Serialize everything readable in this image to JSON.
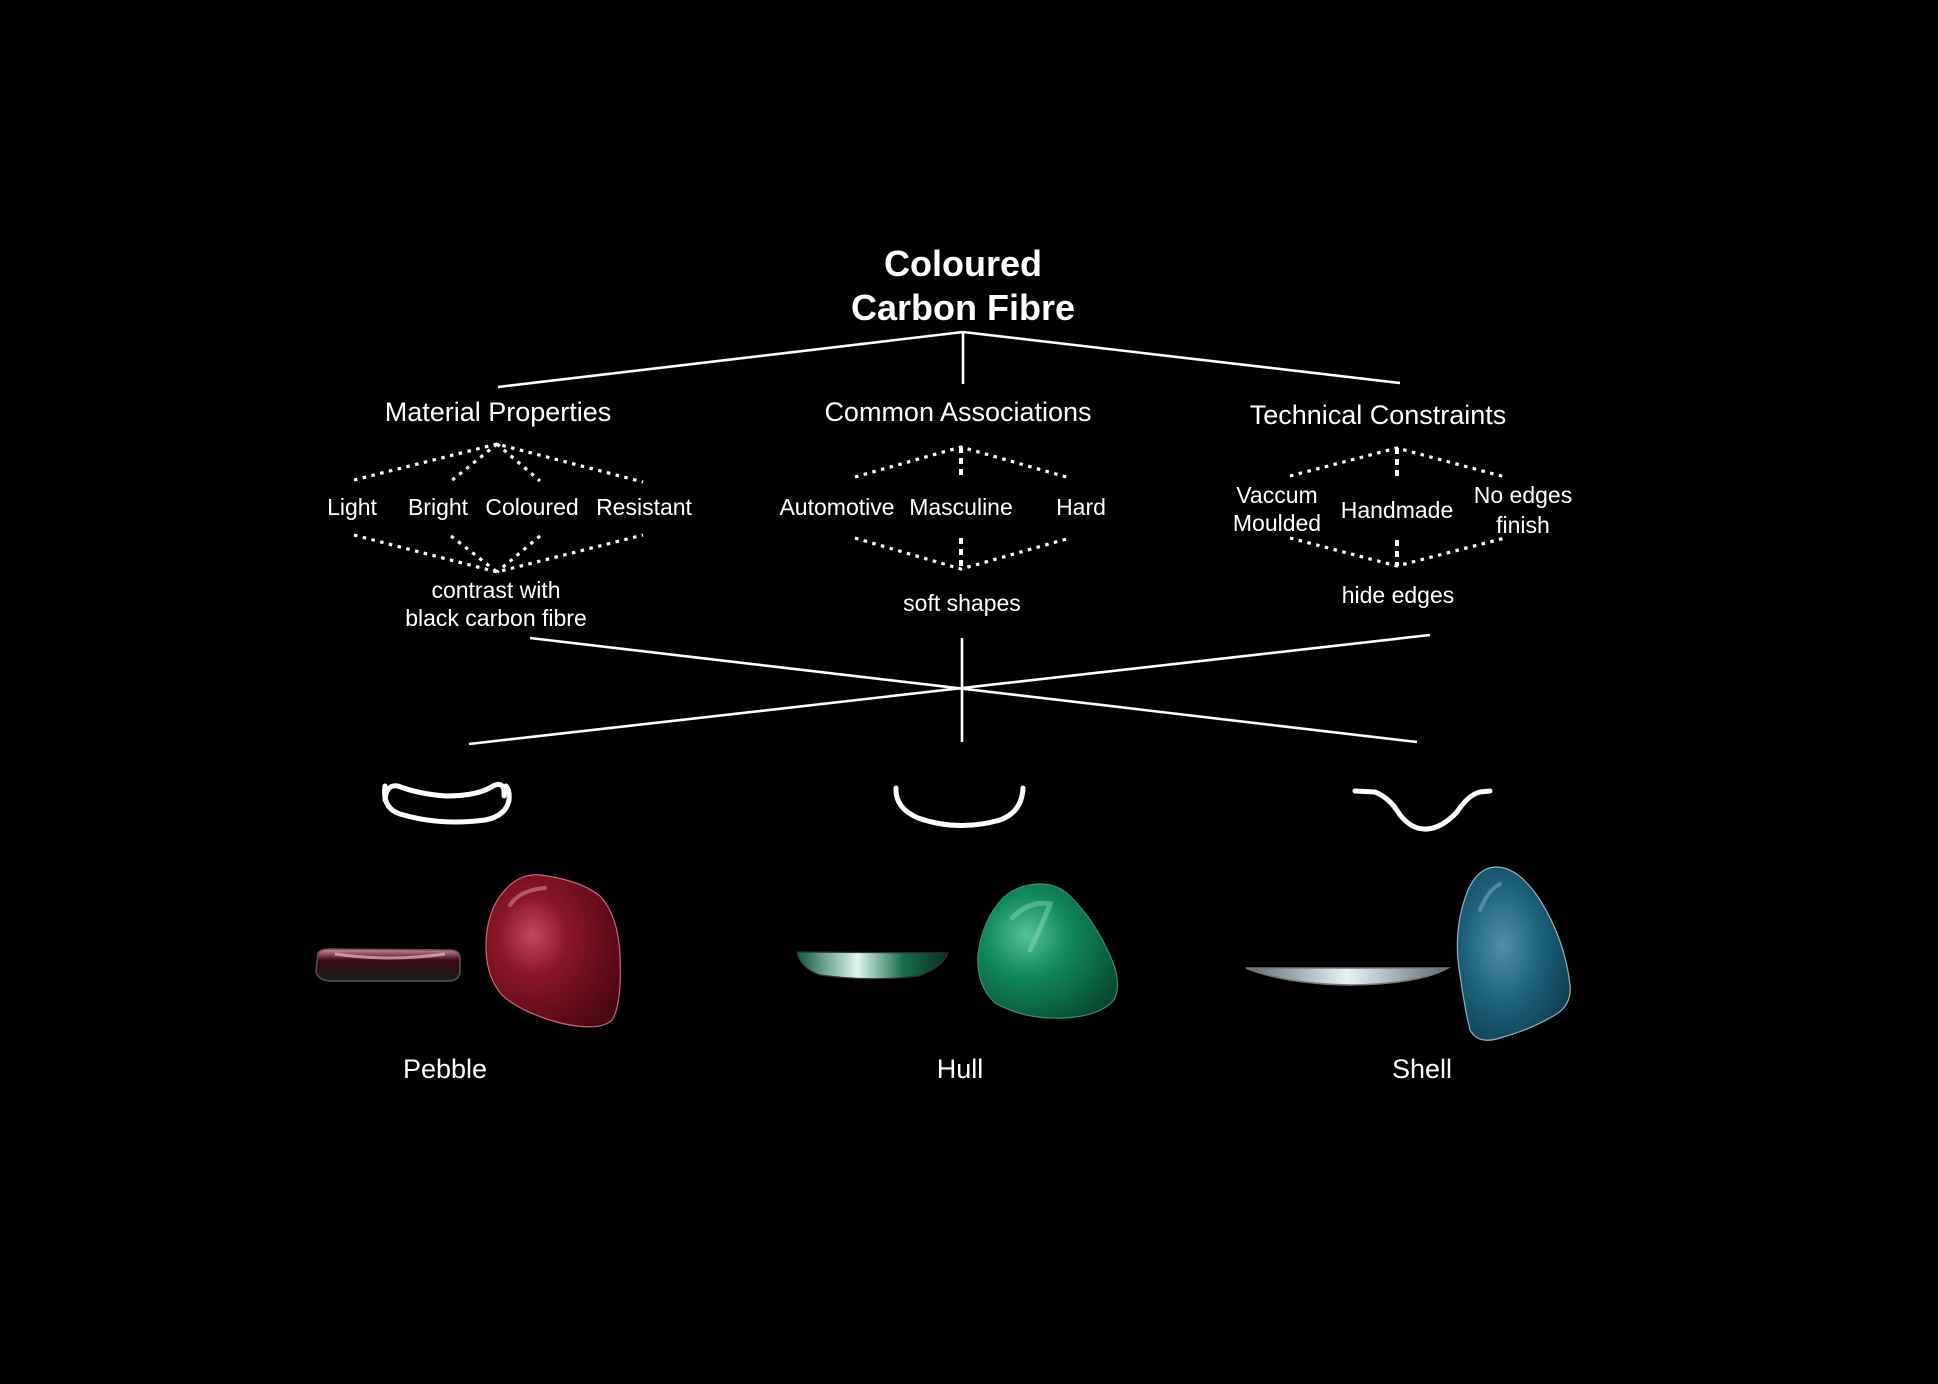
{
  "title": {
    "line1": "Coloured",
    "line2": "Carbon Fibre"
  },
  "branches": [
    {
      "heading": "Material Properties",
      "leaves": [
        "Light",
        "Bright",
        "Coloured",
        "Resistant"
      ],
      "outcome": {
        "line1": "contrast with",
        "line2": "black carbon fibre"
      }
    },
    {
      "heading": "Common Associations",
      "leaves": [
        "Automotive",
        "Masculine",
        "Hard"
      ],
      "outcome": {
        "line1": "soft shapes"
      }
    },
    {
      "heading": "Technical Constraints",
      "leaves": [
        {
          "line1": "Vaccum",
          "line2": "Moulded"
        },
        "Handmade",
        {
          "line1": "No edges",
          "line2": "finish"
        }
      ],
      "outcome": {
        "line1": "hide edges"
      }
    }
  ],
  "products": [
    {
      "name": "Pebble",
      "color": "#7a0f1f",
      "highlight": "#c4475c"
    },
    {
      "name": "Hull",
      "color": "#0f7a52",
      "highlight": "#56c296"
    },
    {
      "name": "Shell",
      "color": "#14526a",
      "highlight": "#4f90a8"
    }
  ],
  "colors": {
    "background": "#000000",
    "lines": "#ffffff",
    "text": "#ffffff"
  }
}
